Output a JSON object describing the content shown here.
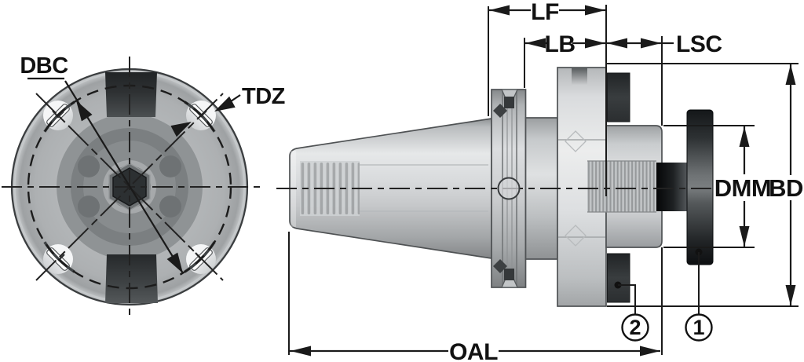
{
  "front_view": {
    "labels": {
      "dbc": "DBC",
      "tdz": "TDZ"
    }
  },
  "side_view": {
    "dims": {
      "lf": "LF",
      "lb": "LB",
      "lsc": "LSC",
      "dmm": "DMM",
      "bd": "BD",
      "oal": "OAL"
    },
    "callouts": {
      "c1": "1",
      "c2": "2"
    }
  },
  "colors": {
    "line": "#1a1a1a",
    "body_light": "#d5d7d9",
    "dark_metal": "#2e3133",
    "background": "#ffffff"
  }
}
